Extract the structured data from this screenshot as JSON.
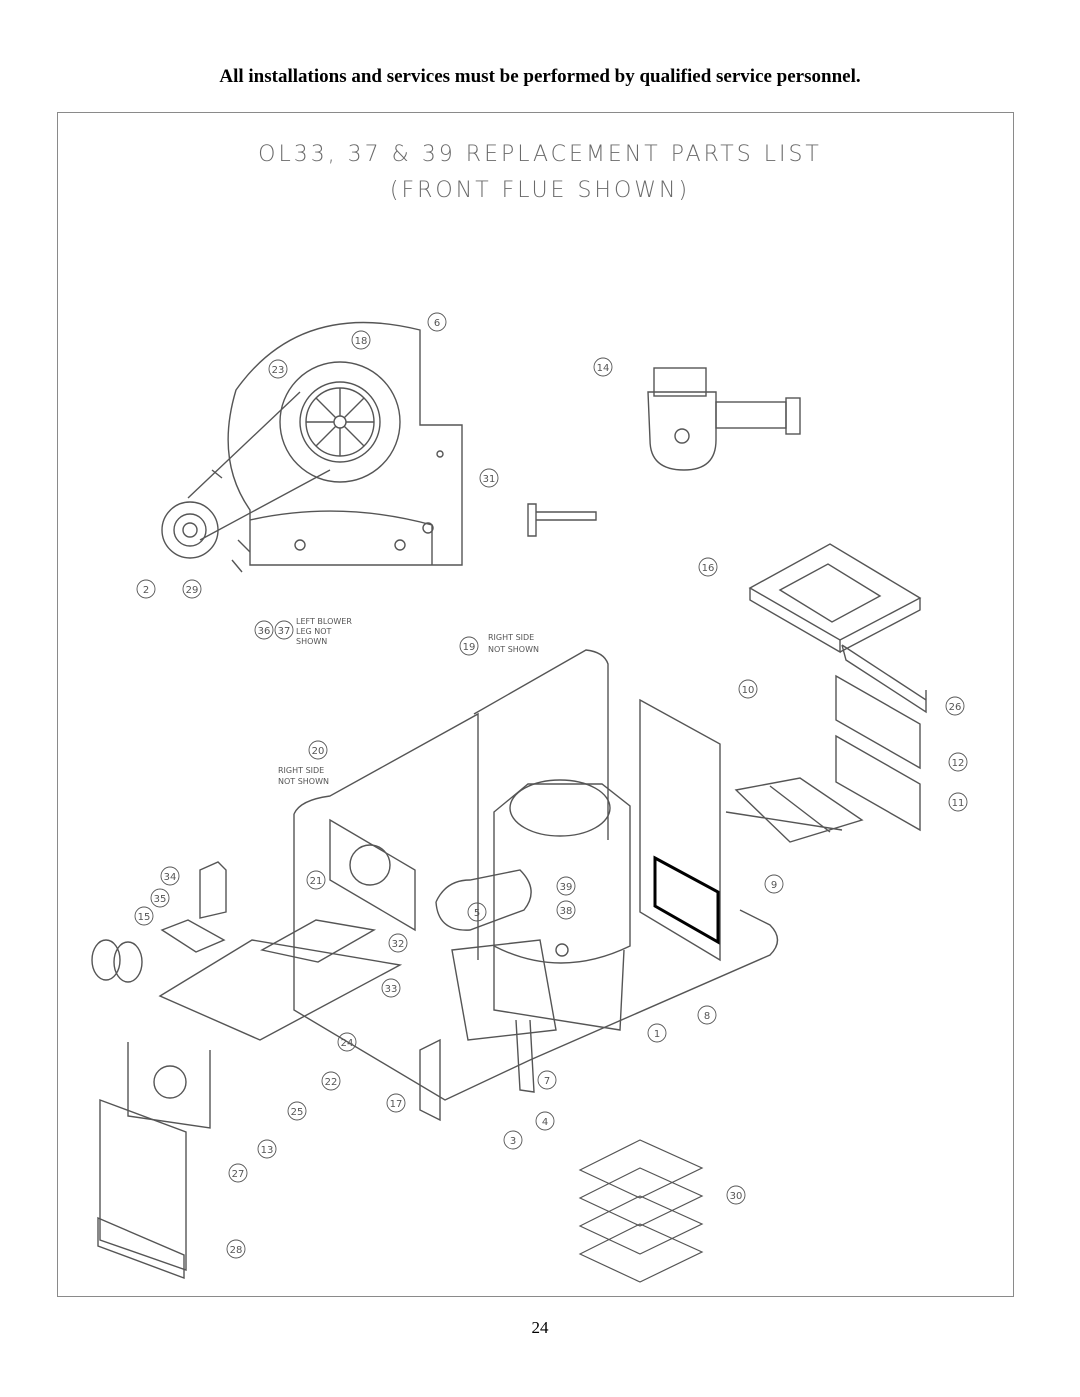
{
  "header": {
    "notice": "All installations and services must be performed by qualified service personnel."
  },
  "diagram": {
    "title_line1": "OL33, 37 & 39 REPLACEMENT PARTS LIST",
    "title_line2": "(FRONT FLUE SHOWN)",
    "notes": {
      "left_blower_leg": [
        "LEFT BLOWER",
        "LEG NOT",
        "SHOWN"
      ],
      "right_side_19": [
        "RIGHT SIDE",
        "NOT SHOWN"
      ],
      "right_side_20": [
        "RIGHT SIDE",
        "NOT SHOWN"
      ]
    },
    "callouts": [
      "1",
      "2",
      "3",
      "4",
      "5",
      "6",
      "7",
      "8",
      "9",
      "10",
      "11",
      "12",
      "13",
      "14",
      "15",
      "16",
      "17",
      "18",
      "19",
      "20",
      "21",
      "22",
      "23",
      "24",
      "25",
      "26",
      "27",
      "28",
      "29",
      "30",
      "31",
      "32",
      "33",
      "34",
      "35",
      "36",
      "37",
      "38",
      "39"
    ]
  },
  "footer": {
    "page_number": "24"
  }
}
